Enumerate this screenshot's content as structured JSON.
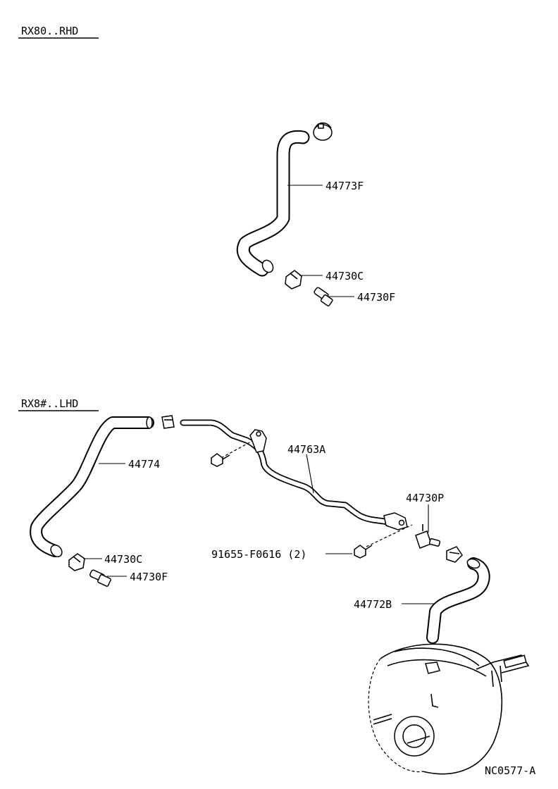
{
  "sections": [
    {
      "label": "RX80..RHD"
    },
    {
      "label": "RX8#..LHD"
    }
  ],
  "callouts": {
    "hose_44773F": "44773F",
    "clamp_44730C_top": "44730C",
    "union_44730F_top": "44730F",
    "hose_44774": "44774",
    "tube_44763A": "44763A",
    "clamp_44730C_bottom": "44730C",
    "union_44730F_bottom": "44730F",
    "valve_44730P": "44730P",
    "screw_91655": "91655-F0616 (2)",
    "hose_44772B": "44772B"
  },
  "drawing_code": "NC0577-A"
}
